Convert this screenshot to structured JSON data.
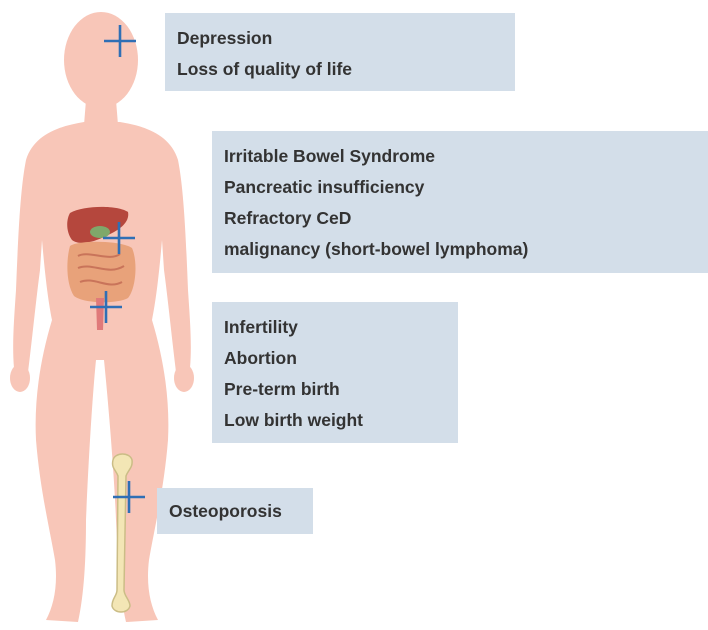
{
  "figure": {
    "colors": {
      "body": "#f8c6b8",
      "marker": "#2f6fb5",
      "label_background": "#d3dee9",
      "label_text": "#333333",
      "bone": "#f3e6b5",
      "liver": "#b5473d",
      "intestine": "#e8a27a"
    },
    "groups": [
      {
        "id": "head",
        "marker": "plus-icon",
        "items": [
          "Depression",
          "Loss of quality of life"
        ]
      },
      {
        "id": "abdomen",
        "marker": "plus-icon",
        "items": [
          "Irritable Bowel Syndrome",
          "Pancreatic insufficiency",
          "Refractory CeD",
          "malignancy (short-bowel lymphoma)"
        ]
      },
      {
        "id": "pelvis",
        "marker": "plus-icon",
        "items": [
          "Infertility",
          "Abortion",
          "Pre-term birth",
          "Low birth weight"
        ]
      },
      {
        "id": "leg",
        "marker": "plus-icon",
        "items": [
          "Osteoporosis"
        ]
      }
    ]
  }
}
